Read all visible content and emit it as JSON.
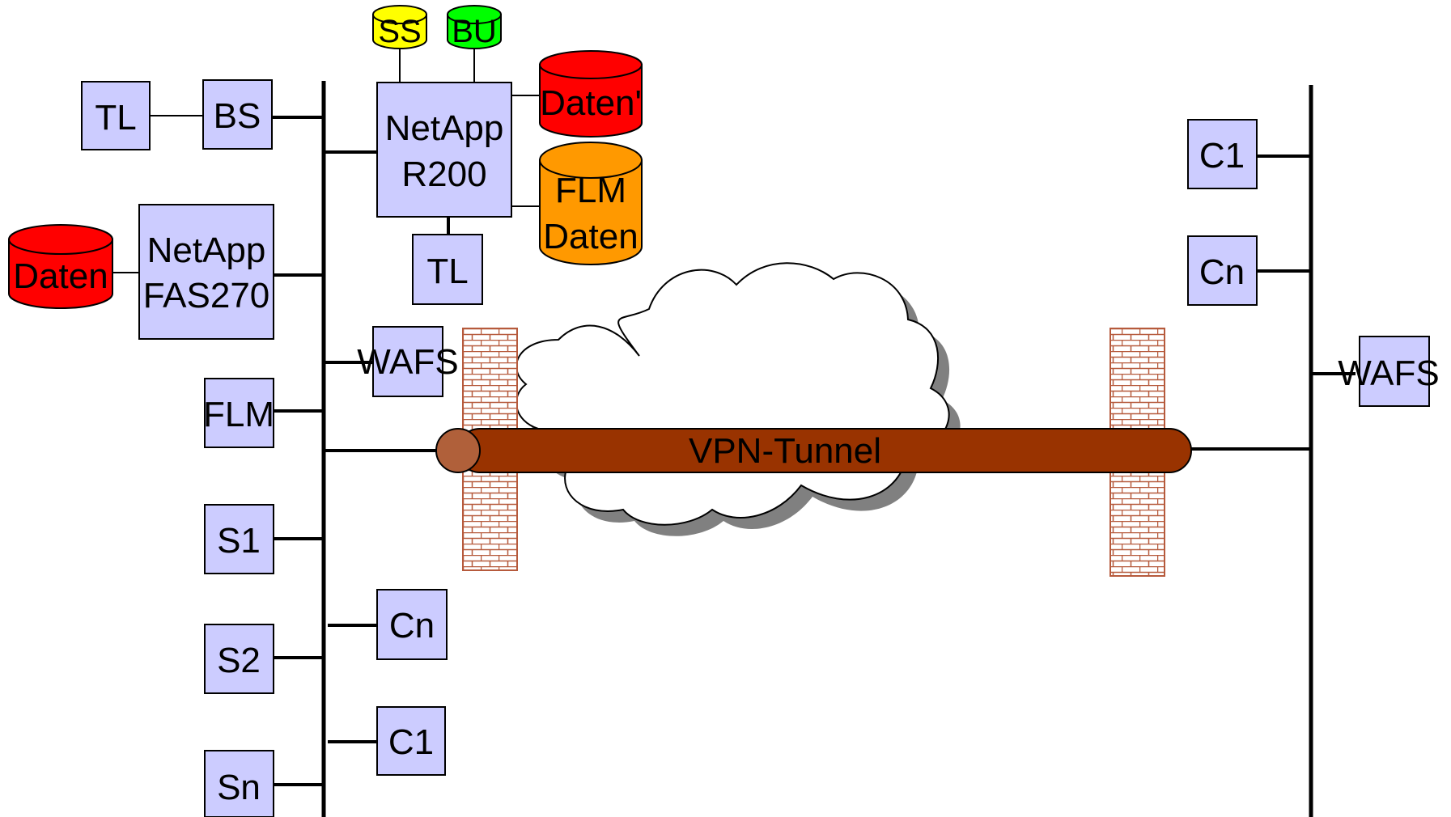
{
  "colors": {
    "box_fill": "#ccccff",
    "daten_red": "#ff0000",
    "flm_orange": "#ff9900",
    "ss_yellow": "#ffff00",
    "bu_green": "#00ff00",
    "tunnel_brown": "#993300",
    "tunnel_cap": "#b0603a",
    "firewall_brick": "#b65a3c"
  },
  "nodes": {
    "tl_left": "TL",
    "bs": "BS",
    "netapp_r200_line1": "NetApp",
    "netapp_r200_line2": "R200",
    "ss": "SS",
    "bu": "BU",
    "daten_top": "Daten'",
    "flm_daten_line1": "FLM",
    "flm_daten_line2": "Daten",
    "tl_mid": "TL",
    "daten_left": "Daten",
    "netapp_fas_line1": "NetApp",
    "netapp_fas_line2": "FAS270",
    "wafs_left": "WAFS",
    "flm": "FLM",
    "s1": "S1",
    "s2": "S2",
    "sn": "Sn",
    "cn_left": "Cn",
    "c1_left": "C1",
    "c1_right": "C1",
    "cn_right": "Cn",
    "wafs_right": "WAFS",
    "vpn_tunnel": "VPN-Tunnel"
  }
}
